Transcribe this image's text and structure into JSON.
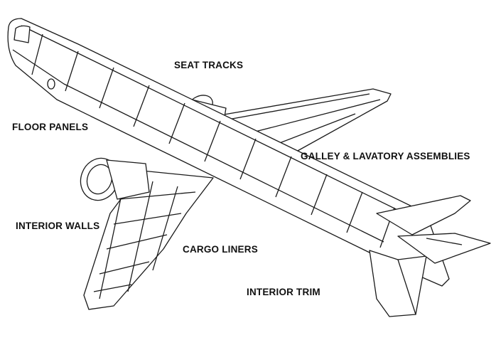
{
  "diagram": {
    "ink_color": "#1a1a1a",
    "background_color": "#ffffff",
    "labels": {
      "seat_tracks": "SEAT TRACKS",
      "floor_panels": "FLOOR PANELS",
      "galley_lavatory": "GALLEY & LAVATORY ASSEMBLIES",
      "interior_walls": "INTERIOR WALLS",
      "cargo_liners": "CARGO LINERS",
      "interior_trim": "INTERIOR TRIM"
    }
  }
}
